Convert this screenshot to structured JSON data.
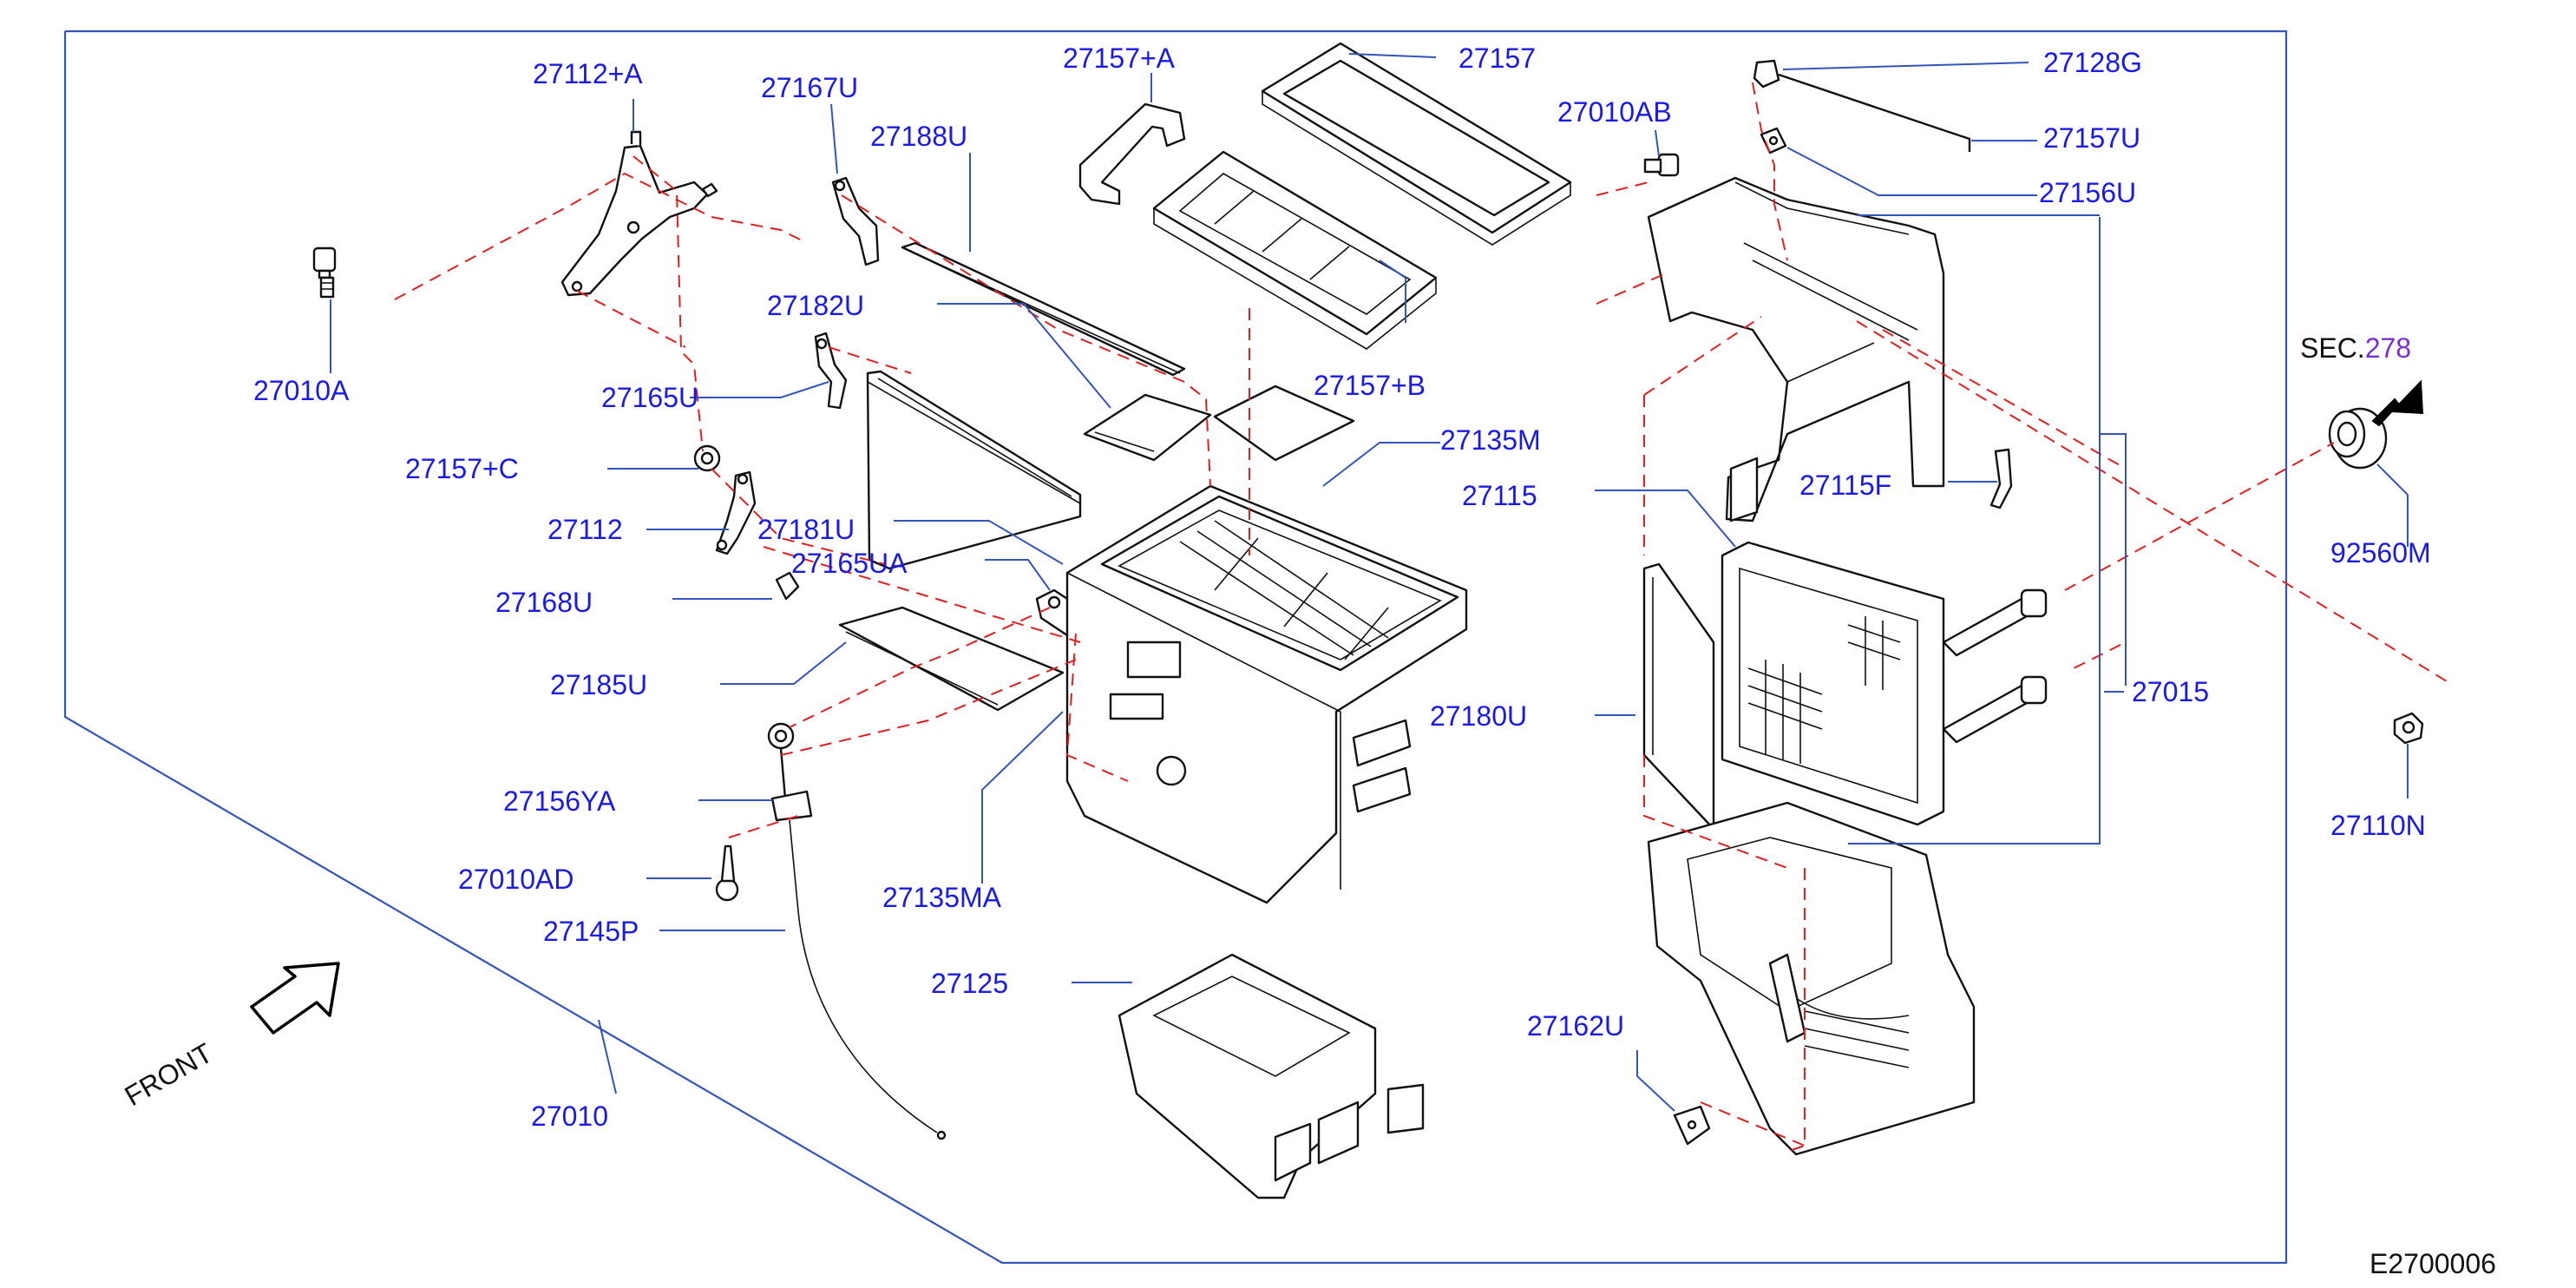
{
  "diagram": {
    "figure_code": "E2700006",
    "front_label": "FRONT",
    "section_ref": {
      "prefix": "SEC.",
      "number": "278"
    },
    "callouts": {
      "p27112A": "27112+A",
      "p27167U": "27167U",
      "p27157A": "27157+A",
      "p27157": "27157",
      "p27010AB": "27010AB",
      "p27128G": "27128G",
      "p27157U": "27157U",
      "p27156U": "27156U",
      "p27188U": "27188U",
      "p27010A": "27010A",
      "p27182U": "27182U",
      "p27157B": "27157+B",
      "p27165U": "27165U",
      "p27135M": "27135M",
      "p27157C": "27157+C",
      "p27115": "27115",
      "p27115F": "27115F",
      "p27112": "27112",
      "p27181U": "27181U",
      "p27165UA": "27165UA",
      "p27168U": "27168U",
      "p92560M": "92560M",
      "p27185U": "27185U",
      "p27015": "27015",
      "p27180U": "27180U",
      "p27156YA": "27156YA",
      "p27110N": "27110N",
      "p27010AD": "27010AD",
      "p27135MA": "27135MA",
      "p27145P": "27145P",
      "p27125": "27125",
      "p27162U": "27162U",
      "p27010": "27010"
    }
  },
  "colors": {
    "label": "#1a1ae6",
    "leader": "#3355bb",
    "dashed_guide": "#e02020",
    "part_outline": "#111111",
    "section_number": "#7a2fd0"
  }
}
